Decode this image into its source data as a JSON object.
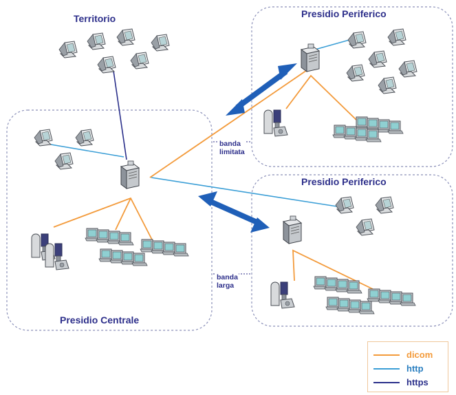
{
  "regions": {
    "territorio": "Territorio",
    "presidio_periferico_top": "Presidio Periferico",
    "presidio_periferico_bottom": "Presidio Periferico",
    "presidio_centrale": "Presidio Centrale"
  },
  "links": {
    "banda_limitata_line1": "banda",
    "banda_limitata_line2": "limitata",
    "banda_larga_line1": "banda",
    "banda_larga_line2": "larga"
  },
  "legend": {
    "items": [
      {
        "label": "dicom",
        "color": "#f39a3a"
      },
      {
        "label": "http",
        "color": "#3a9ed6"
      },
      {
        "label": "https",
        "color": "#2a2f8a"
      }
    ]
  },
  "colors": {
    "dicom": "#f39a3a",
    "http": "#3a9ed6",
    "https": "#2a2f8a",
    "arrow": "#1f5fb8",
    "region_border": "#8a8fb8"
  },
  "icons": {
    "workstation": "workstation-icon",
    "server": "server-icon",
    "modality": "modality-icon",
    "pacs_monitor": "monitor-bank-icon"
  }
}
